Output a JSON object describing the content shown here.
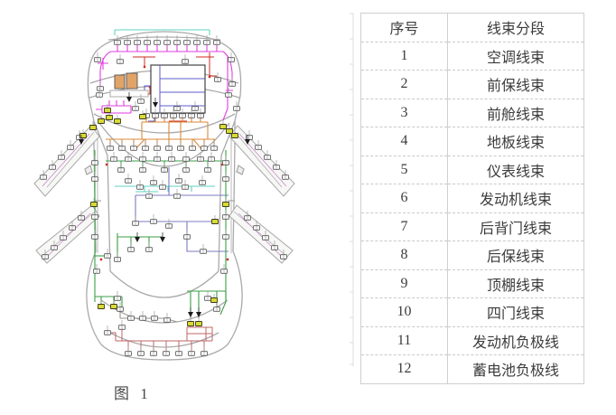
{
  "diagram": {
    "caption": "图 1",
    "colors": {
      "body_outline": "#a9a9a9",
      "front_harness": "#e23ce0",
      "engine_harness": "#cf2b22",
      "engine_block": "#5b5bc8",
      "ip_harness": "#d98a3a",
      "floor_harness": "#3aa045",
      "floor_loop": "#7b7bc0",
      "roof_harness": "#5fd3c2",
      "rear_harness": "#c06464",
      "tailgate_harness": "#9a9288",
      "connector_highlight": "#d8da35"
    }
  },
  "table": {
    "header": {
      "no": "序号",
      "segment": "线束分段"
    },
    "rows": [
      {
        "no": "1",
        "label": "空调线束"
      },
      {
        "no": "2",
        "label": "前保线束"
      },
      {
        "no": "3",
        "label": "前舱线束"
      },
      {
        "no": "4",
        "label": "地板线束"
      },
      {
        "no": "5",
        "label": "仪表线束"
      },
      {
        "no": "6",
        "label": "发动机线束"
      },
      {
        "no": "7",
        "label": "后背门线束"
      },
      {
        "no": "8",
        "label": "后保线束"
      },
      {
        "no": "9",
        "label": "顶棚线束"
      },
      {
        "no": "10",
        "label": "四门线束"
      },
      {
        "no": "11",
        "label": "发动机负极线"
      },
      {
        "no": "12",
        "label": "蓄电池负极线"
      }
    ]
  }
}
